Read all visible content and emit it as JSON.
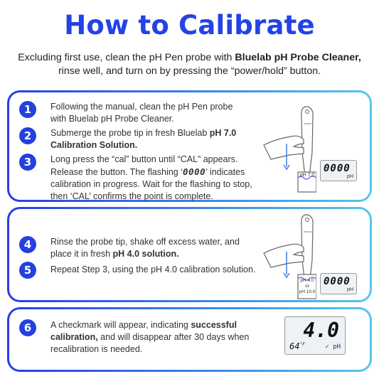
{
  "title": "How to Calibrate",
  "intro": {
    "part1": "Excluding first use, clean the pH Pen probe with ",
    "bold": "Bluelab pH Probe Cleaner,",
    "part2": " rinse well, and turn on by pressing the “power/hold” button."
  },
  "steps": [
    {
      "number": "1",
      "text_a": "Following the manual, clean the pH Pen probe with Bluelab pH Probe Cleaner."
    },
    {
      "number": "2",
      "text_a": "Submerge the probe tip in fresh Bluelab ",
      "bold": "pH 7.0 Calibration Solution."
    },
    {
      "number": "3",
      "text_a": "Long press the “cal” button until “CAL” appears. Release the button. The flashing ‘",
      "digits": "0000",
      "text_b": "’ indicates calibration in progress. Wait for the flashing to stop, then ‘CAL’ confirms the point is complete."
    },
    {
      "number": "4",
      "text_a": "Rinse the probe tip, shake off excess water, and place it in fresh ",
      "bold": "pH 4.0 solution."
    },
    {
      "number": "5",
      "text_a": "Repeat Step 3, using the pH 4.0 calibration solution."
    },
    {
      "number": "6",
      "text_a": "A checkmark will appear, indicating ",
      "bold": "successful calibration,",
      "text_b": " and will disappear after 30 days when recalibration is needed."
    }
  ],
  "illustrations": {
    "card1": {
      "beaker_label": "pH 7.0",
      "display_value": "0000",
      "display_unit": "pH"
    },
    "card2": {
      "beaker_label_1": "pH 4.0",
      "beaker_label_2": "or",
      "beaker_label_3": "pH 10.0",
      "display_value": "0000",
      "display_unit": "pH"
    },
    "card3": {
      "display_value": "4.0",
      "temperature": "64",
      "temp_unit": "°F",
      "check": "✓",
      "display_unit": "pH"
    }
  },
  "colors": {
    "title": "#2343e6",
    "badge": "#2440de",
    "border_start": "#2a3ce6",
    "border_end": "#55c8ee",
    "arrow": "#3d7fe0"
  }
}
